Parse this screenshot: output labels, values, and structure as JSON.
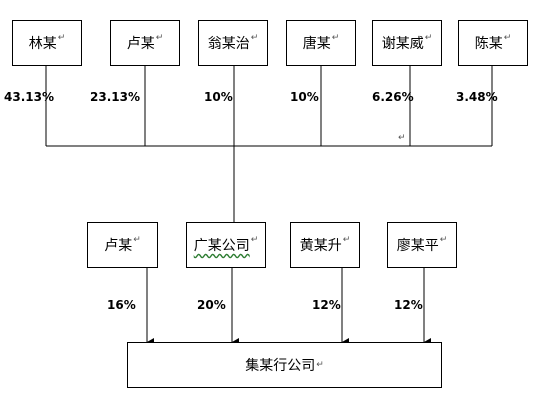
{
  "top_shareholders": [
    {
      "name": "林某",
      "share": "43.13%"
    },
    {
      "name": "卢某",
      "share": "23.13%"
    },
    {
      "name": "翁某治",
      "share": "10%"
    },
    {
      "name": "唐某",
      "share": "10%"
    },
    {
      "name": "谢某威",
      "share": "6.26%"
    },
    {
      "name": "陈某",
      "share": "3.48%"
    }
  ],
  "middle_entities": [
    {
      "name": "卢某",
      "share": "16%"
    },
    {
      "name": "广某公司",
      "share": "20%"
    },
    {
      "name": "黄某升",
      "share": "12%"
    },
    {
      "name": "廖某平",
      "share": "12%"
    }
  ],
  "target_company": "集某行公司",
  "paragraph_mark": "↵"
}
